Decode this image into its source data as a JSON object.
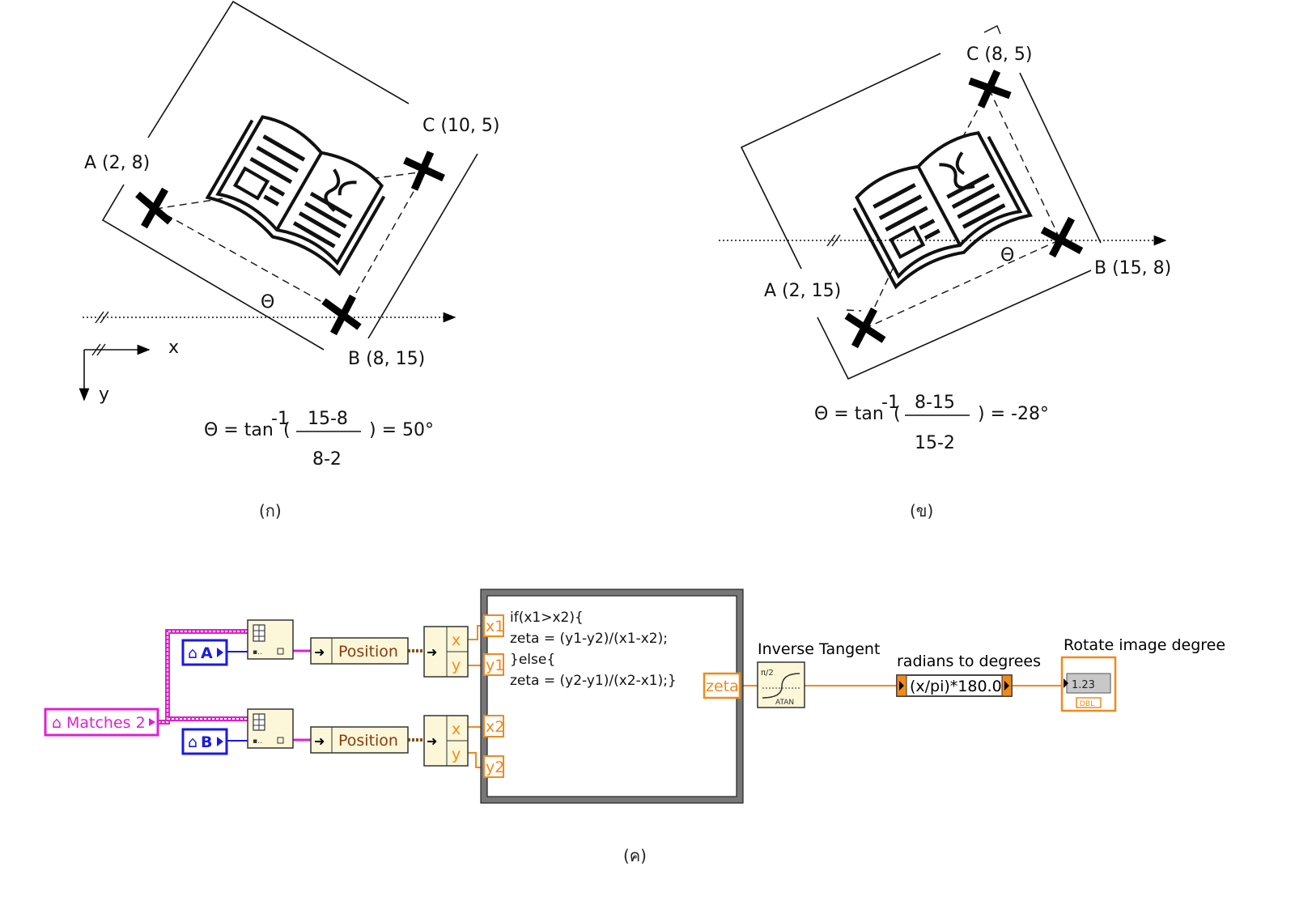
{
  "panel_a": {
    "caption": "(ก)",
    "point_a": "A (2, 8)",
    "point_b": "B (8, 15)",
    "point_c": "C (10, 5)",
    "theta": "Θ",
    "axis_x": "x",
    "axis_y": "y",
    "eq_lhs": "Θ = tan",
    "eq_sup": "-1",
    "eq_open": "(",
    "eq_num": "15-8",
    "eq_den": "8-2",
    "eq_rhs": ") = 50°"
  },
  "panel_b": {
    "caption": "(ข)",
    "point_a": "A (2, 15)",
    "point_b": "B (15, 8)",
    "point_c": "C (8, 5)",
    "theta": "Θ",
    "eq_lhs": "Θ = tan",
    "eq_sup": "-1",
    "eq_open": "(",
    "eq_num": "8-15",
    "eq_den": "15-2",
    "eq_rhs": ") = -28°"
  },
  "panel_c": {
    "caption": "(ค)",
    "matches": "Matches 2",
    "ref_a": "A",
    "ref_b": "B",
    "position_1": "Position",
    "position_2": "Position",
    "x_label_1": "x",
    "y_label_1": "y",
    "x_label_2": "x",
    "y_label_2": "y",
    "in_x1": "x1",
    "in_y1": "y1",
    "in_x2": "x2",
    "in_y2": "y2",
    "code_lines": [
      "if(x1>x2){",
      "zeta = (y1-y2)/(x1-x2);",
      "}else{",
      "zeta = (y2-y1)/(x2-x1);}"
    ],
    "out_zeta": "zeta",
    "inverse_tangent": "Inverse Tangent",
    "atan_label": "ATAN",
    "radians_to_degrees": "radians to degrees",
    "formula": "(x/pi)*180.0",
    "rotate_label": "Rotate image degree",
    "indicator_value": "1.23",
    "indicator_type": "DBL"
  },
  "colors": {
    "orange_wire": "#f08a1c",
    "pink_wire": "#e020d0",
    "blue_ref": "#1a1ae0",
    "brown_wire": "#8a4a10",
    "node_fill": "#fbf7d8"
  }
}
